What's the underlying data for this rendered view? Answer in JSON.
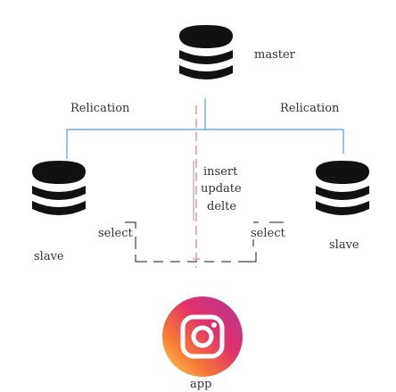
{
  "nodes": {
    "master": {
      "label": "master",
      "icon": "database-icon"
    },
    "slave_left": {
      "label": "slave",
      "icon": "database-icon"
    },
    "slave_right": {
      "label": "slave",
      "icon": "database-icon"
    },
    "app": {
      "label": "app",
      "icon": "instagram-logo-icon"
    }
  },
  "edges": {
    "replication_left": {
      "label": "Relication"
    },
    "replication_right": {
      "label": "Relication"
    },
    "write_ops": [
      "insert",
      "update",
      "delte"
    ],
    "read_left": {
      "label": "select"
    },
    "read_right": {
      "label": "select"
    }
  },
  "colors": {
    "database": "#111111",
    "replication_line": "#5b9bd5",
    "write_line": "#e27d8b",
    "read_line": "#444444",
    "label": "#333333",
    "logo_gradient": [
      "#fdd54f",
      "#f77737",
      "#e1306c",
      "#c13584",
      "#833ab4"
    ]
  }
}
